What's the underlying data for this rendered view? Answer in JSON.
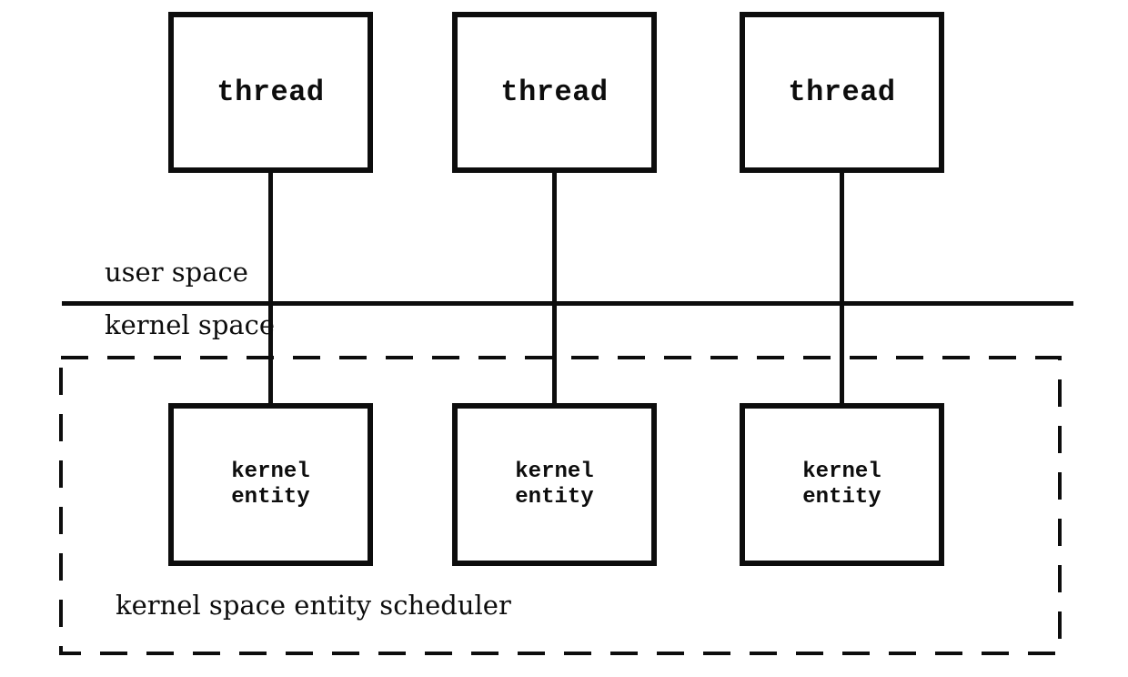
{
  "diagram": {
    "zones": {
      "user_space_label": "user space",
      "kernel_space_label": "kernel space",
      "scheduler_label": "kernel space entity scheduler"
    },
    "thread_boxes": [
      {
        "label": "thread"
      },
      {
        "label": "thread"
      },
      {
        "label": "thread"
      }
    ],
    "kernel_entity_boxes": [
      {
        "label": "kernel\nentity"
      },
      {
        "label": "kernel\nentity"
      },
      {
        "label": "kernel\nentity"
      }
    ],
    "connector_count": 3,
    "colors": {
      "ink": "#0d0d0d",
      "background": "#ffffff"
    }
  }
}
